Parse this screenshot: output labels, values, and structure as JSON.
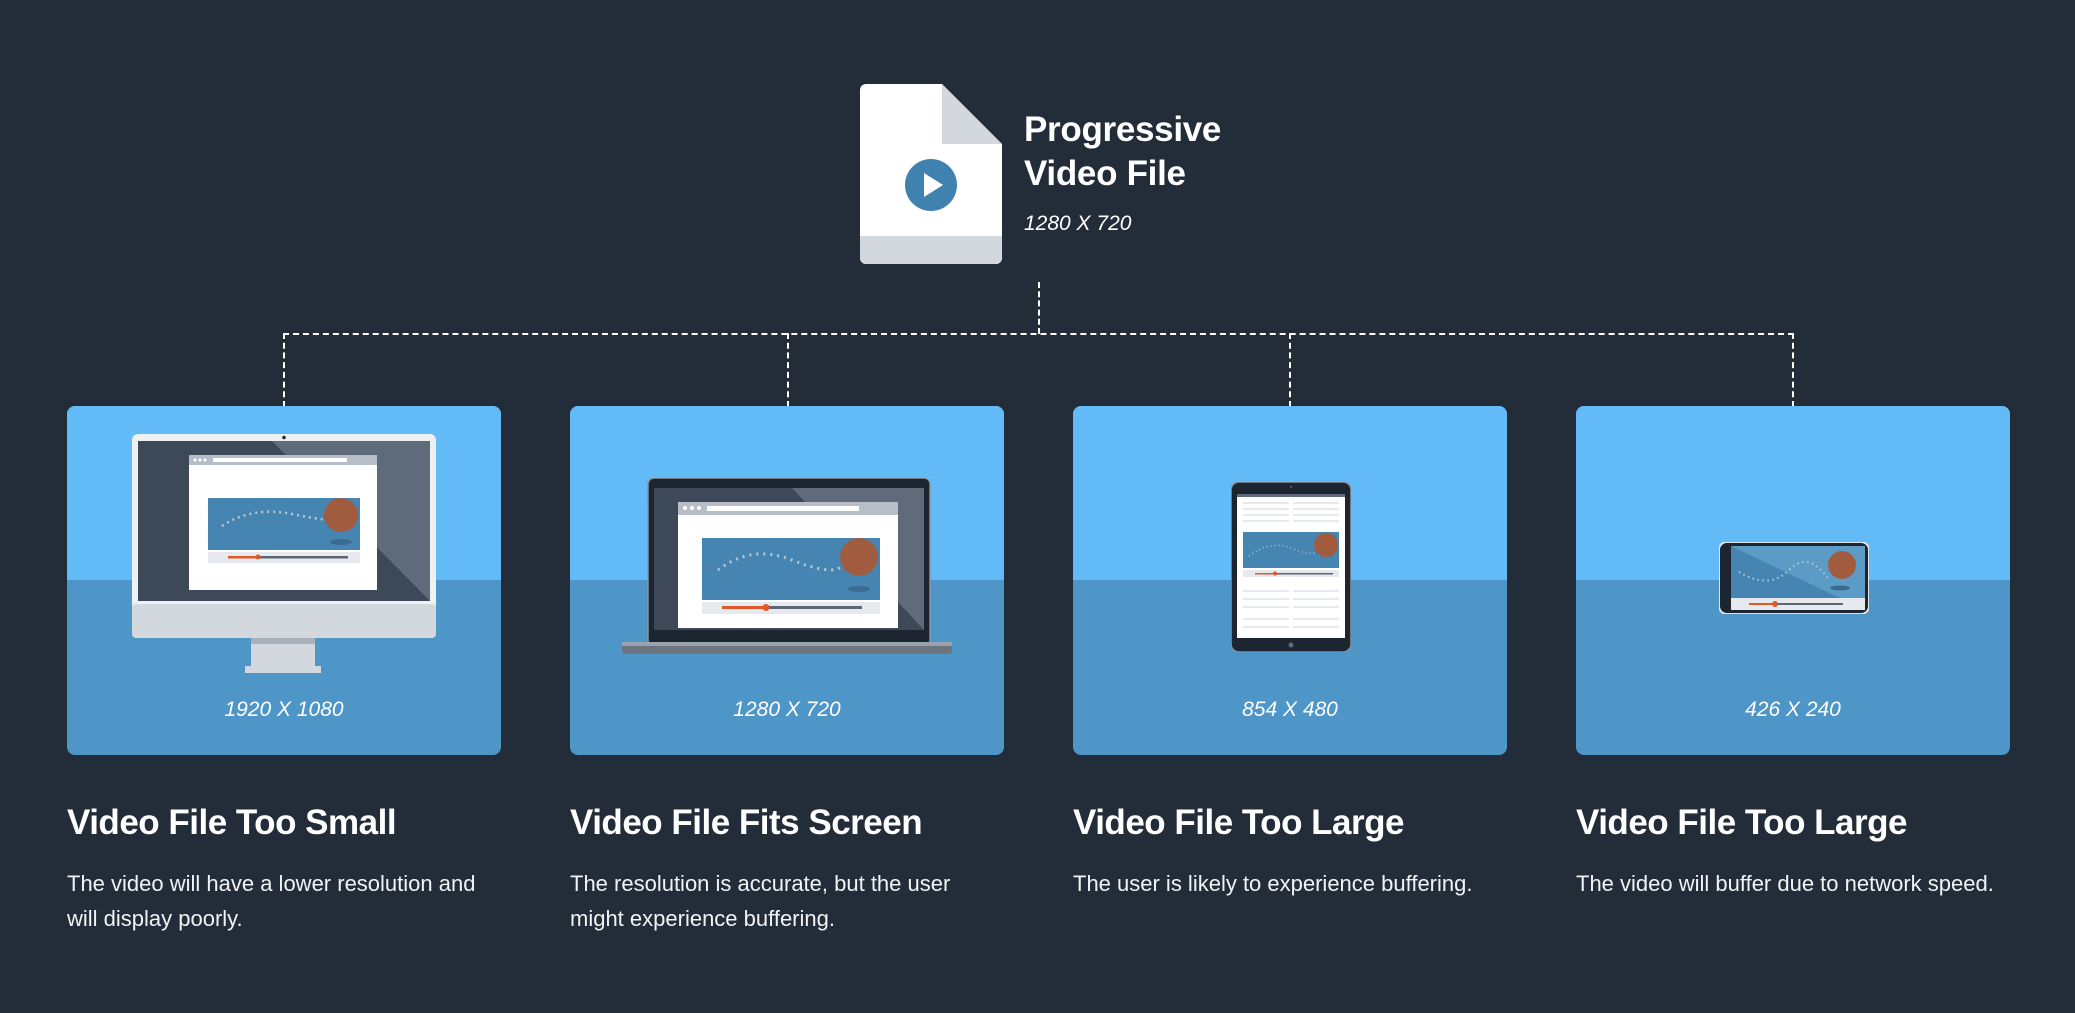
{
  "source": {
    "title_line1": "Progressive",
    "title_line2": "Video File",
    "resolution": "1280 X 720",
    "icon": "video-file-icon"
  },
  "colors": {
    "background": "#232c39",
    "card_sky": "#62baf7",
    "card_floor": "#4e96c7",
    "play_button": "#3f82b0",
    "ball": "#a15c40",
    "progress": "#e0592a"
  },
  "cards": [
    {
      "device": "desktop-monitor",
      "resolution": "1920 X 1080",
      "heading": "Video File Too Small",
      "description_line1": "The video will have a lower resolution and",
      "description_line2": "will display poorly."
    },
    {
      "device": "laptop",
      "resolution": "1280 X 720",
      "heading": "Video File Fits Screen",
      "description_line1": "The resolution is accurate, but the user",
      "description_line2": "might experience buffering."
    },
    {
      "device": "tablet",
      "resolution": "854 X 480",
      "heading": "Video File Too Large",
      "description_line1": "The user is likely to experience buffering.",
      "description_line2": ""
    },
    {
      "device": "smartphone",
      "resolution": "426 X 240",
      "heading": "Video File Too Large",
      "description_line1": "The video will buffer due to network speed.",
      "description_line2": ""
    }
  ]
}
